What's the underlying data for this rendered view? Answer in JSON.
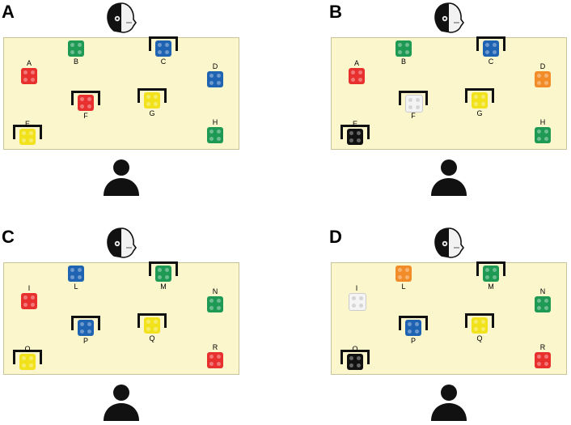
{
  "panels": [
    {
      "label": "A",
      "objects": [
        {
          "id": "A",
          "color": "#e8302f",
          "enclosed": false
        },
        {
          "id": "B",
          "color": "#1f9a55",
          "enclosed": false
        },
        {
          "id": "C",
          "color": "#1f63b3",
          "enclosed": true
        },
        {
          "id": "D",
          "color": "#1f63b3",
          "enclosed": false
        },
        {
          "id": "E",
          "color": "#f1e21c",
          "enclosed": true
        },
        {
          "id": "F",
          "color": "#e8302f",
          "enclosed": true
        },
        {
          "id": "G",
          "color": "#f1e21c",
          "enclosed": true
        },
        {
          "id": "H",
          "color": "#1f9a55",
          "enclosed": false
        }
      ]
    },
    {
      "label": "B",
      "objects": [
        {
          "id": "A",
          "color": "#e8302f",
          "enclosed": false
        },
        {
          "id": "B",
          "color": "#1f9a55",
          "enclosed": false
        },
        {
          "id": "C",
          "color": "#1f63b3",
          "enclosed": true
        },
        {
          "id": "D",
          "color": "#f28c28",
          "enclosed": false
        },
        {
          "id": "E",
          "color": "#111111",
          "enclosed": true
        },
        {
          "id": "F",
          "color": "#f4f4f4",
          "enclosed": true
        },
        {
          "id": "G",
          "color": "#f1e21c",
          "enclosed": true
        },
        {
          "id": "H",
          "color": "#1f9a55",
          "enclosed": false
        }
      ]
    },
    {
      "label": "C",
      "objects": [
        {
          "id": "I",
          "color": "#e8302f",
          "enclosed": false
        },
        {
          "id": "L",
          "color": "#1f63b3",
          "enclosed": false
        },
        {
          "id": "M",
          "color": "#1f9a55",
          "enclosed": true
        },
        {
          "id": "N",
          "color": "#1f9a55",
          "enclosed": false
        },
        {
          "id": "O",
          "color": "#f1e21c",
          "enclosed": true
        },
        {
          "id": "P",
          "color": "#1f63b3",
          "enclosed": true
        },
        {
          "id": "Q",
          "color": "#f1e21c",
          "enclosed": true
        },
        {
          "id": "R",
          "color": "#e8302f",
          "enclosed": false
        }
      ]
    },
    {
      "label": "D",
      "objects": [
        {
          "id": "I",
          "color": "#f4f4f4",
          "enclosed": false
        },
        {
          "id": "L",
          "color": "#f28c28",
          "enclosed": false
        },
        {
          "id": "M",
          "color": "#1f9a55",
          "enclosed": true
        },
        {
          "id": "N",
          "color": "#1f9a55",
          "enclosed": false
        },
        {
          "id": "O",
          "color": "#111111",
          "enclosed": true
        },
        {
          "id": "P",
          "color": "#1f63b3",
          "enclosed": true
        },
        {
          "id": "Q",
          "color": "#f1e21c",
          "enclosed": true
        },
        {
          "id": "R",
          "color": "#e8302f",
          "enclosed": false
        }
      ]
    }
  ]
}
